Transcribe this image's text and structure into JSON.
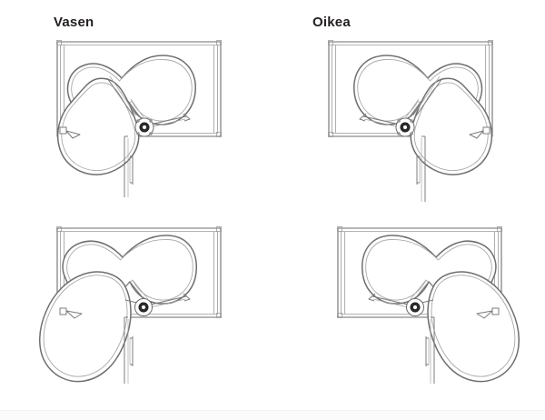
{
  "document": {
    "type": "technical-line-drawing",
    "subject": "corner cabinet pull-out shelf mechanism",
    "background_color": "#ffffff",
    "line_color": "#6f6f6f",
    "title_color": "#231f20"
  },
  "panels": [
    {
      "id": "top-left",
      "title": "Vasen",
      "handing": "left",
      "state": "partially extended",
      "components": {
        "cabinet_frame": "rectangular carcass outline",
        "rear_shelf": "kidney-shaped shelf inside cabinet",
        "front_shelf": "kidney-shaped shelf swung out of opening",
        "pivot_hub": "circular pivot bearing",
        "swing_arms": "linkage arms",
        "door_panel": "front door with handle"
      }
    },
    {
      "id": "top-right",
      "title": "Oikea",
      "handing": "right",
      "state": "partially extended",
      "components": {
        "cabinet_frame": "rectangular carcass outline",
        "rear_shelf": "kidney-shaped shelf inside cabinet",
        "front_shelf": "kidney-shaped shelf swung out of opening",
        "pivot_hub": "circular pivot bearing",
        "swing_arms": "linkage arms",
        "door_panel": "front door with handle"
      }
    },
    {
      "id": "bottom-left",
      "title": "",
      "handing": "left",
      "state": "fully extended",
      "components": {
        "cabinet_frame": "rectangular carcass outline",
        "rear_shelf": "kidney-shaped shelf inside cabinet",
        "front_shelf": "kidney-shaped shelf swung fully out to the left",
        "pivot_hub": "circular pivot bearing",
        "swing_arms": "linkage arms",
        "door_panel": "front door with handle"
      }
    },
    {
      "id": "bottom-right",
      "title": "",
      "handing": "right",
      "state": "fully extended",
      "components": {
        "cabinet_frame": "rectangular carcass outline",
        "rear_shelf": "kidney-shaped shelf inside cabinet",
        "front_shelf": "kidney-shaped shelf swung fully out to the right",
        "pivot_hub": "circular pivot bearing",
        "swing_arms": "linkage arms",
        "door_panel": "front door with handle"
      }
    }
  ],
  "labels": {
    "vasen": "Vasen",
    "oikea": "Oikea"
  }
}
